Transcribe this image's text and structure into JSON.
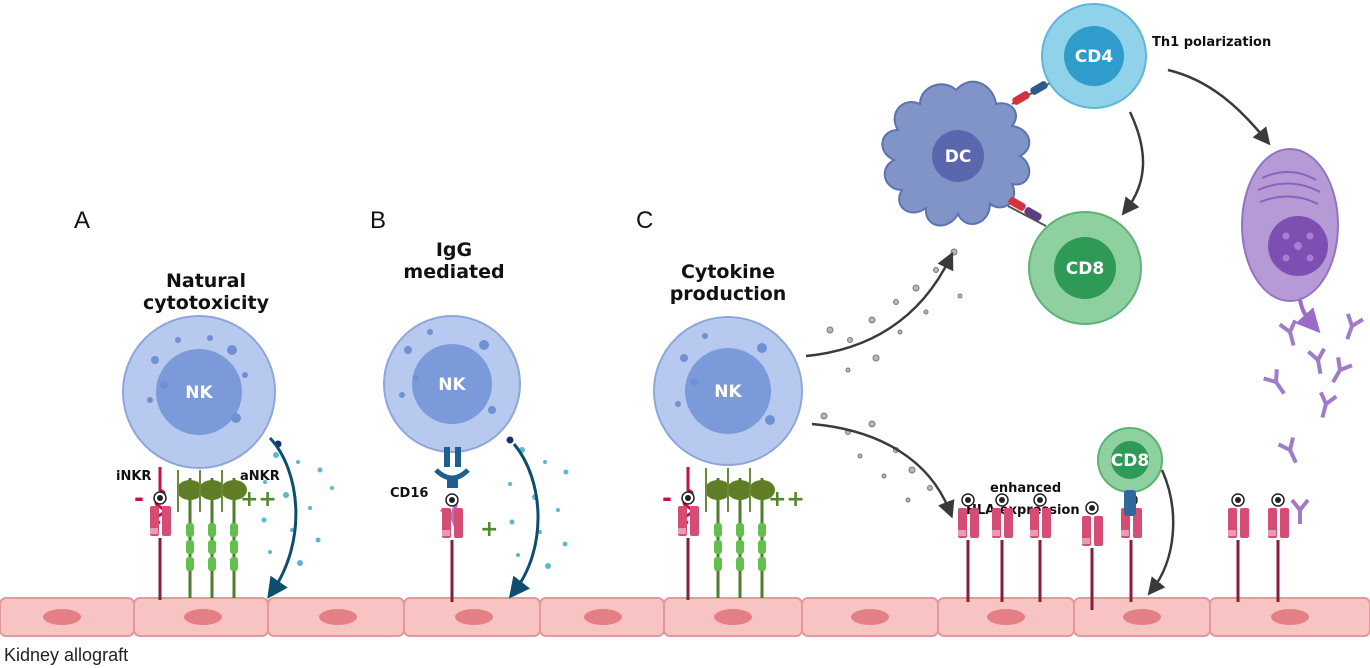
{
  "panels": {
    "a": {
      "letter": "A",
      "title_line1": "Natural",
      "title_line2": "cytotoxicity",
      "nk_label": "NK",
      "inkr_label": "iNKR",
      "ankr_label": "aNKR",
      "minus": "-",
      "plus": "++"
    },
    "b": {
      "letter": "B",
      "title_line1": "IgG",
      "title_line2": "mediated",
      "nk_label": "NK",
      "cd16_label": "CD16",
      "plus": "+"
    },
    "c": {
      "letter": "C",
      "title_line1": "Cytokine",
      "title_line2": "production",
      "nk_label": "NK",
      "minus": "-",
      "plus": "++"
    }
  },
  "cells": {
    "dc": "DC",
    "cd4": "CD4",
    "cd8_large": "CD8",
    "cd8_small": "CD8"
  },
  "labels": {
    "th1": "Th1 polarization",
    "hla_line1": "enhanced",
    "hla_line2": "HLA expression",
    "tissue": "Kidney allograft"
  },
  "colors": {
    "nk_outer": "#b8c9ef",
    "nk_nucleus": "#7b9ad9",
    "dc": "#8094c8",
    "cd4": "#8fd2ea",
    "cd8": "#8fd0a0",
    "plasma": "#b59ad6",
    "tissue": "#f7c3c3",
    "hla": "#d54c74",
    "antibody": "#a07cc8",
    "receptor_green": "#5fb84a"
  }
}
